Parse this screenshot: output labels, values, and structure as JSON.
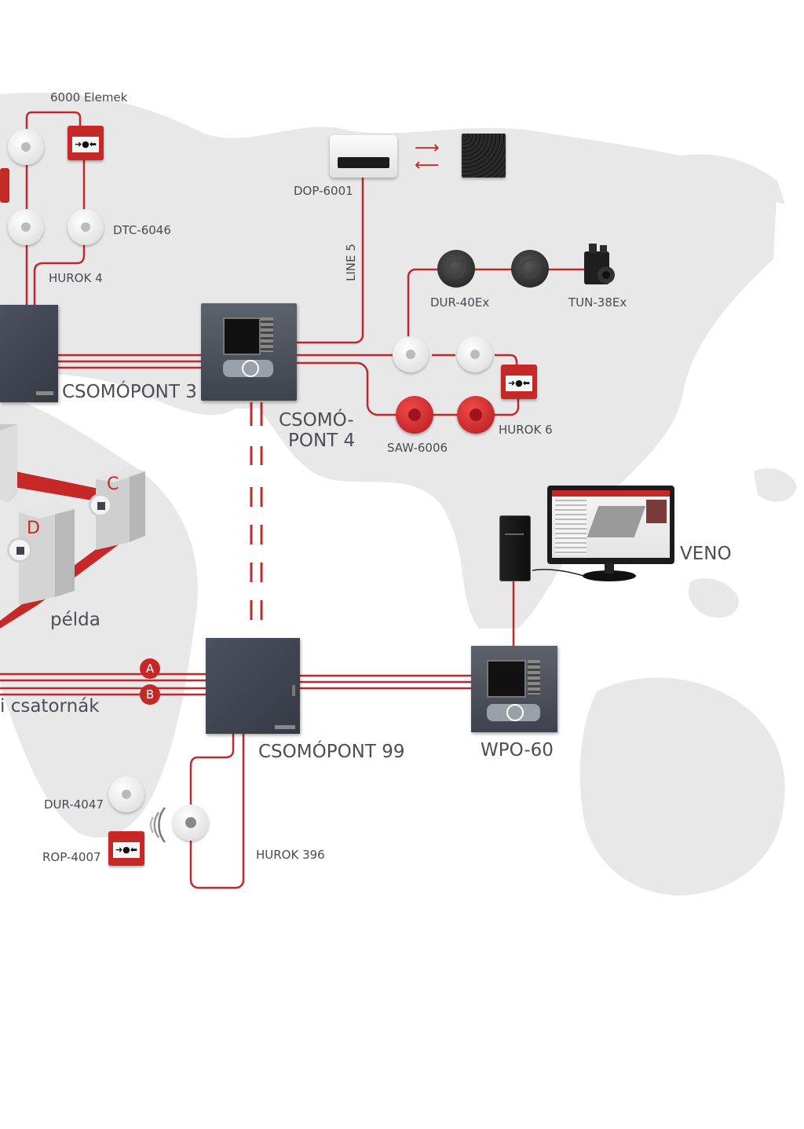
{
  "labels": {
    "elemek": "6000 Elemek",
    "dop": "DOP-6001",
    "dtc": "DTC-6046",
    "hurok4": "HUROK 4",
    "line5": "LINE 5",
    "dur40": "DUR-40Ex",
    "tun38": "TUN-38Ex",
    "csomopont3": "CSOMÓPONT 3",
    "csomopont4_a": "CSOMÓ-",
    "csomopont4_b": "PONT 4",
    "hurok6": "HUROK 6",
    "saw": "SAW-6006",
    "veno": "VENO",
    "pelda": "példa",
    "csatornak": "i csatornák",
    "csomopont99": "CSOMÓPONT 99",
    "wpo": "WPO-60",
    "dur4047": "DUR-4047",
    "rop4007": "ROP-4007",
    "hurok396": "HUROK 396",
    "badge_a": "A",
    "badge_b": "B",
    "building_c": "C",
    "building_d": "D"
  },
  "colors": {
    "red_line": "#c0282d",
    "panel": "#3f4450",
    "map": "#e7e7e7"
  },
  "icons": [
    "smoke-detector-icon",
    "manual-call-point-icon",
    "sounder-icon",
    "beacon-sounder-icon",
    "loudspeaker-grill-icon",
    "optical-beam-icon",
    "control-panel-icon",
    "pc-tower-icon",
    "monitor-icon",
    "wireless-icon"
  ]
}
